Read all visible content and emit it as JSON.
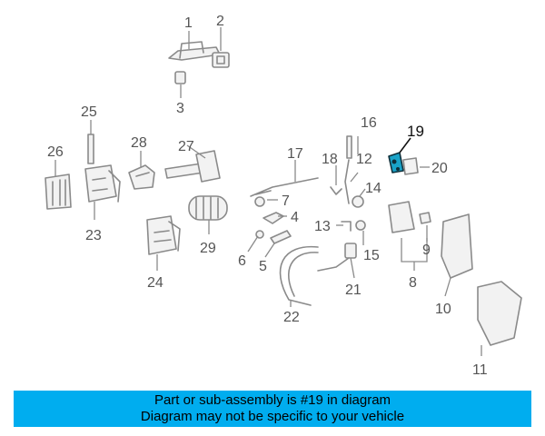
{
  "highlight_color": "#1aa3c8",
  "banner_color": "#00adef",
  "highlighted_part": "19",
  "labels": [
    "1",
    "2",
    "3",
    "4",
    "5",
    "6",
    "7",
    "8",
    "9",
    "10",
    "11",
    "12",
    "13",
    "14",
    "15",
    "16",
    "17",
    "18",
    "19",
    "20",
    "21",
    "22",
    "23",
    "24",
    "25",
    "26",
    "27",
    "28",
    "29"
  ],
  "banner": {
    "line1": "Part or sub-assembly is #19 in diagram",
    "line2": "Diagram may not be specific to your vehicle"
  }
}
